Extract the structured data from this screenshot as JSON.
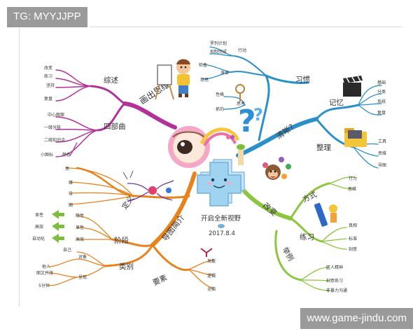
{
  "watermark_top": "TG: MYYJJPP",
  "watermark_bottom": "www.game-jindu.com",
  "center": {
    "title": "开启全新视野",
    "date": "2017.8.4"
  },
  "branches": {
    "draw": {
      "label": "画出思维",
      "color": "#b2329a",
      "subs": [
        {
          "label": "综述",
          "leaves": [
            "改变",
            "练习",
            "坚持",
            "复盘"
          ]
        },
        {
          "label": "四部曲",
          "leaves": [
            "中心图案",
            "一级分枝",
            "二级知识点",
            "小图标",
            "颜色"
          ]
        }
      ]
    },
    "clear": {
      "label": "清晰?",
      "color": "#2b8fc9",
      "subs": [
        {
          "label": "习惯",
          "leaves": [
            "罗列计划",
            "行动",
            "抑制完成",
            "检查",
            "身体",
            "意思"
          ]
        },
        {
          "label": "思考",
          "leaves": [
            "性格",
            "抓的"
          ]
        },
        {
          "label": "记忆",
          "leaves": [
            "基础",
            "分类",
            "系统",
            "复盘"
          ]
        },
        {
          "label": "整理",
          "leaves": [
            "工具",
            "思维",
            "导图"
          ]
        }
      ]
    },
    "change": {
      "label": "改变",
      "color": "#8cc63f",
      "subs": [
        {
          "label": "方式",
          "leaves": [
            "行为",
            "思维"
          ]
        },
        {
          "label": "练习",
          "leaves": [
            "真相",
            "标准",
            "刻意"
          ]
        },
        {
          "label": "举例",
          "leaves": [
            "匠人精神",
            "刻意练习",
            "非暴力沟通"
          ]
        }
      ]
    },
    "intro": {
      "label": "导图简介",
      "color": "#e8821c",
      "subs": [
        {
          "label": "定义",
          "leaves": [
            "思",
            "维",
            "导",
            "图"
          ]
        },
        {
          "label": "阶段",
          "leaves": [
            "显性",
            "隐性",
            "显性",
            "高效",
            "高效",
            "自动化"
          ]
        },
        {
          "label": "类别",
          "leaves": [
            "自己",
            "对象",
            "他人",
            "图文并茂",
            "呈现",
            "5分钟"
          ]
        },
        {
          "label": "要素",
          "leaves": [
            "发散",
            "逻辑",
            "全脑"
          ]
        }
      ]
    }
  },
  "colors": {
    "purple": "#b2329a",
    "blue": "#2b8fc9",
    "green": "#8cc63f",
    "orange": "#e8821c",
    "center_blue": "#9fd3ef",
    "leaf_arrow": "#7bbf3c"
  },
  "icons": [
    "painter-boy-icon",
    "magnifier-icon",
    "question-mark-icon",
    "clapperboard-icon",
    "folder-icon",
    "monkey-icon",
    "pencil-icon",
    "neuron-icon",
    "eye-icon",
    "butterfly-icon"
  ]
}
